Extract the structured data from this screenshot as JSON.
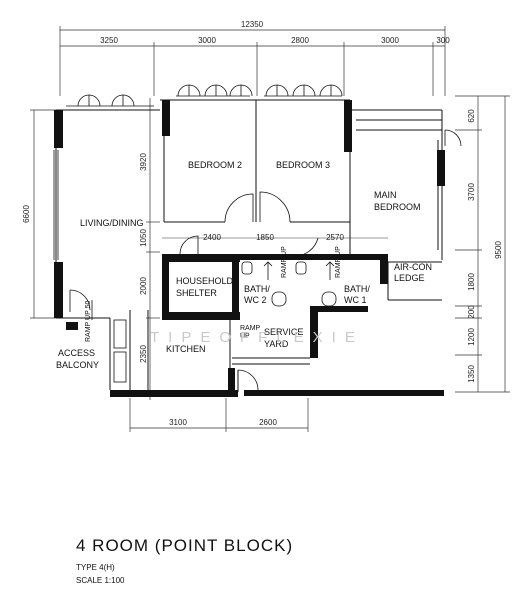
{
  "title": "4 ROOM (POINT BLOCK)",
  "type_label": "TYPE 4(H)",
  "scale_label": "SCALE  1:100",
  "watermark": "TIPEOFFLEXIE",
  "rooms": {
    "bedroom2": "BEDROOM 2",
    "bedroom3": "BEDROOM 3",
    "main_bedroom_l1": "MAIN",
    "main_bedroom_l2": "BEDROOM",
    "living_dining": "LIVING/DINING",
    "household_shelter_l1": "HOUSEHOLD",
    "household_shelter_l2": "SHELTER",
    "bath2_l1": "BATH/",
    "bath2_l2": "WC 2",
    "bath1_l1": "BATH/",
    "bath1_l2": "WC 1",
    "aircon_l1": "AIR-CON",
    "aircon_l2": "LEDGE",
    "service_yard_l1": "SERVICE",
    "service_yard_l2": "YARD",
    "kitchen": "KITCHEN",
    "access_balcony_l1": "ACCESS",
    "access_balcony_l2": "BALCONY",
    "ramp_up": "RAMP UP",
    "ramp_up_50": "RAMP UP 50",
    "ramp": "RAMP",
    "up": "UP"
  },
  "dimensions": {
    "overall_width": "12350",
    "top": [
      "3250",
      "3000",
      "2800",
      "3000",
      "300"
    ],
    "left_height": "6600",
    "left_inner": [
      "3920",
      "1050",
      "2000",
      "2350"
    ],
    "right_total": "9500",
    "right": [
      "620",
      "3700",
      "1800",
      "200",
      "1200",
      "1350"
    ],
    "mid": [
      "2400",
      "1850",
      "2570"
    ],
    "bottom": [
      "3100",
      "2600"
    ]
  }
}
